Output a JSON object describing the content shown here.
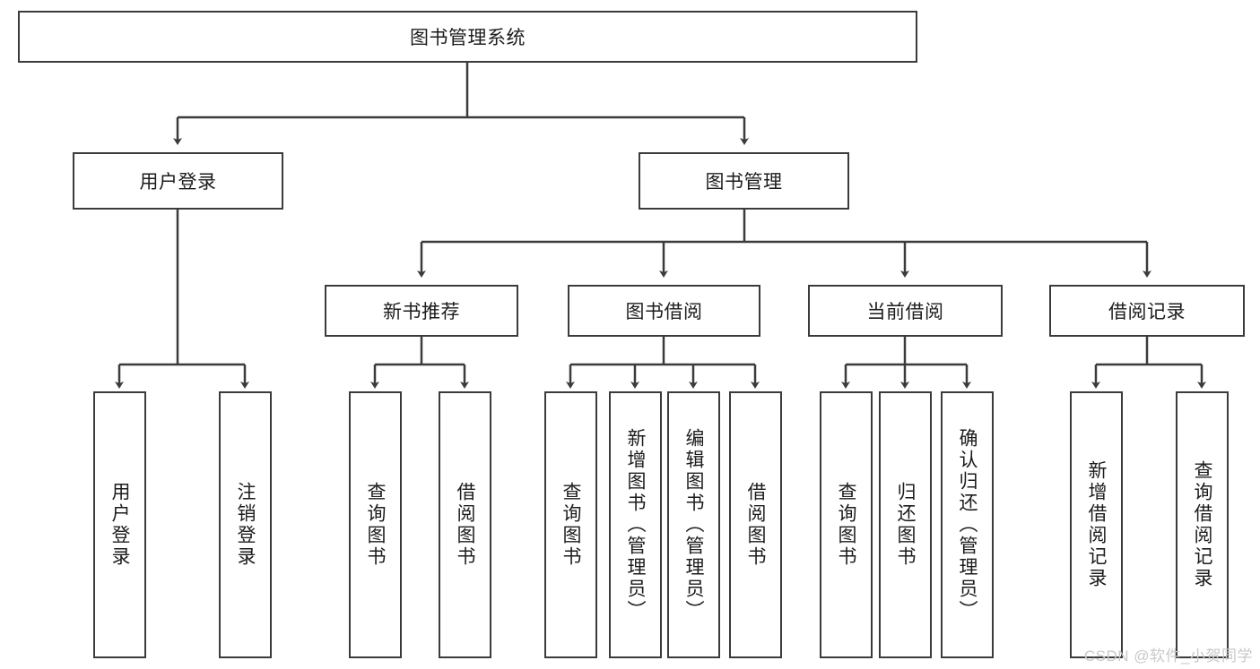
{
  "diagram": {
    "type": "tree",
    "title": "图书管理系统",
    "colors": {
      "stroke": "#3b3b3b",
      "fill": "#ffffff",
      "text": "#1c1c1c",
      "watermark": "#c9c9c9"
    },
    "root": {
      "label": "图书管理系统"
    },
    "level2": [
      {
        "label": "用户登录"
      },
      {
        "label": "图书管理"
      }
    ],
    "level3": [
      {
        "label": "新书推荐"
      },
      {
        "label": "图书借阅"
      },
      {
        "label": "当前借阅"
      },
      {
        "label": "借阅记录"
      }
    ],
    "leaves": {
      "user_login": [
        {
          "label": "用户登录"
        },
        {
          "label": "注销登录"
        }
      ],
      "new_book_recommend": [
        {
          "label": "查询图书"
        },
        {
          "label": "借阅图书"
        }
      ],
      "book_borrow": [
        {
          "label": "查询图书"
        },
        {
          "label": "新增图书（管理员）"
        },
        {
          "label": "编辑图书（管理员）"
        },
        {
          "label": "借阅图书"
        }
      ],
      "current_borrow": [
        {
          "label": "查询图书"
        },
        {
          "label": "归还图书"
        },
        {
          "label": "确认归还（管理员）"
        }
      ],
      "borrow_record": [
        {
          "label": "新增借阅记录"
        },
        {
          "label": "查询借阅记录"
        }
      ]
    }
  },
  "watermark": {
    "text": "CSDN @软件_小贺同学"
  }
}
